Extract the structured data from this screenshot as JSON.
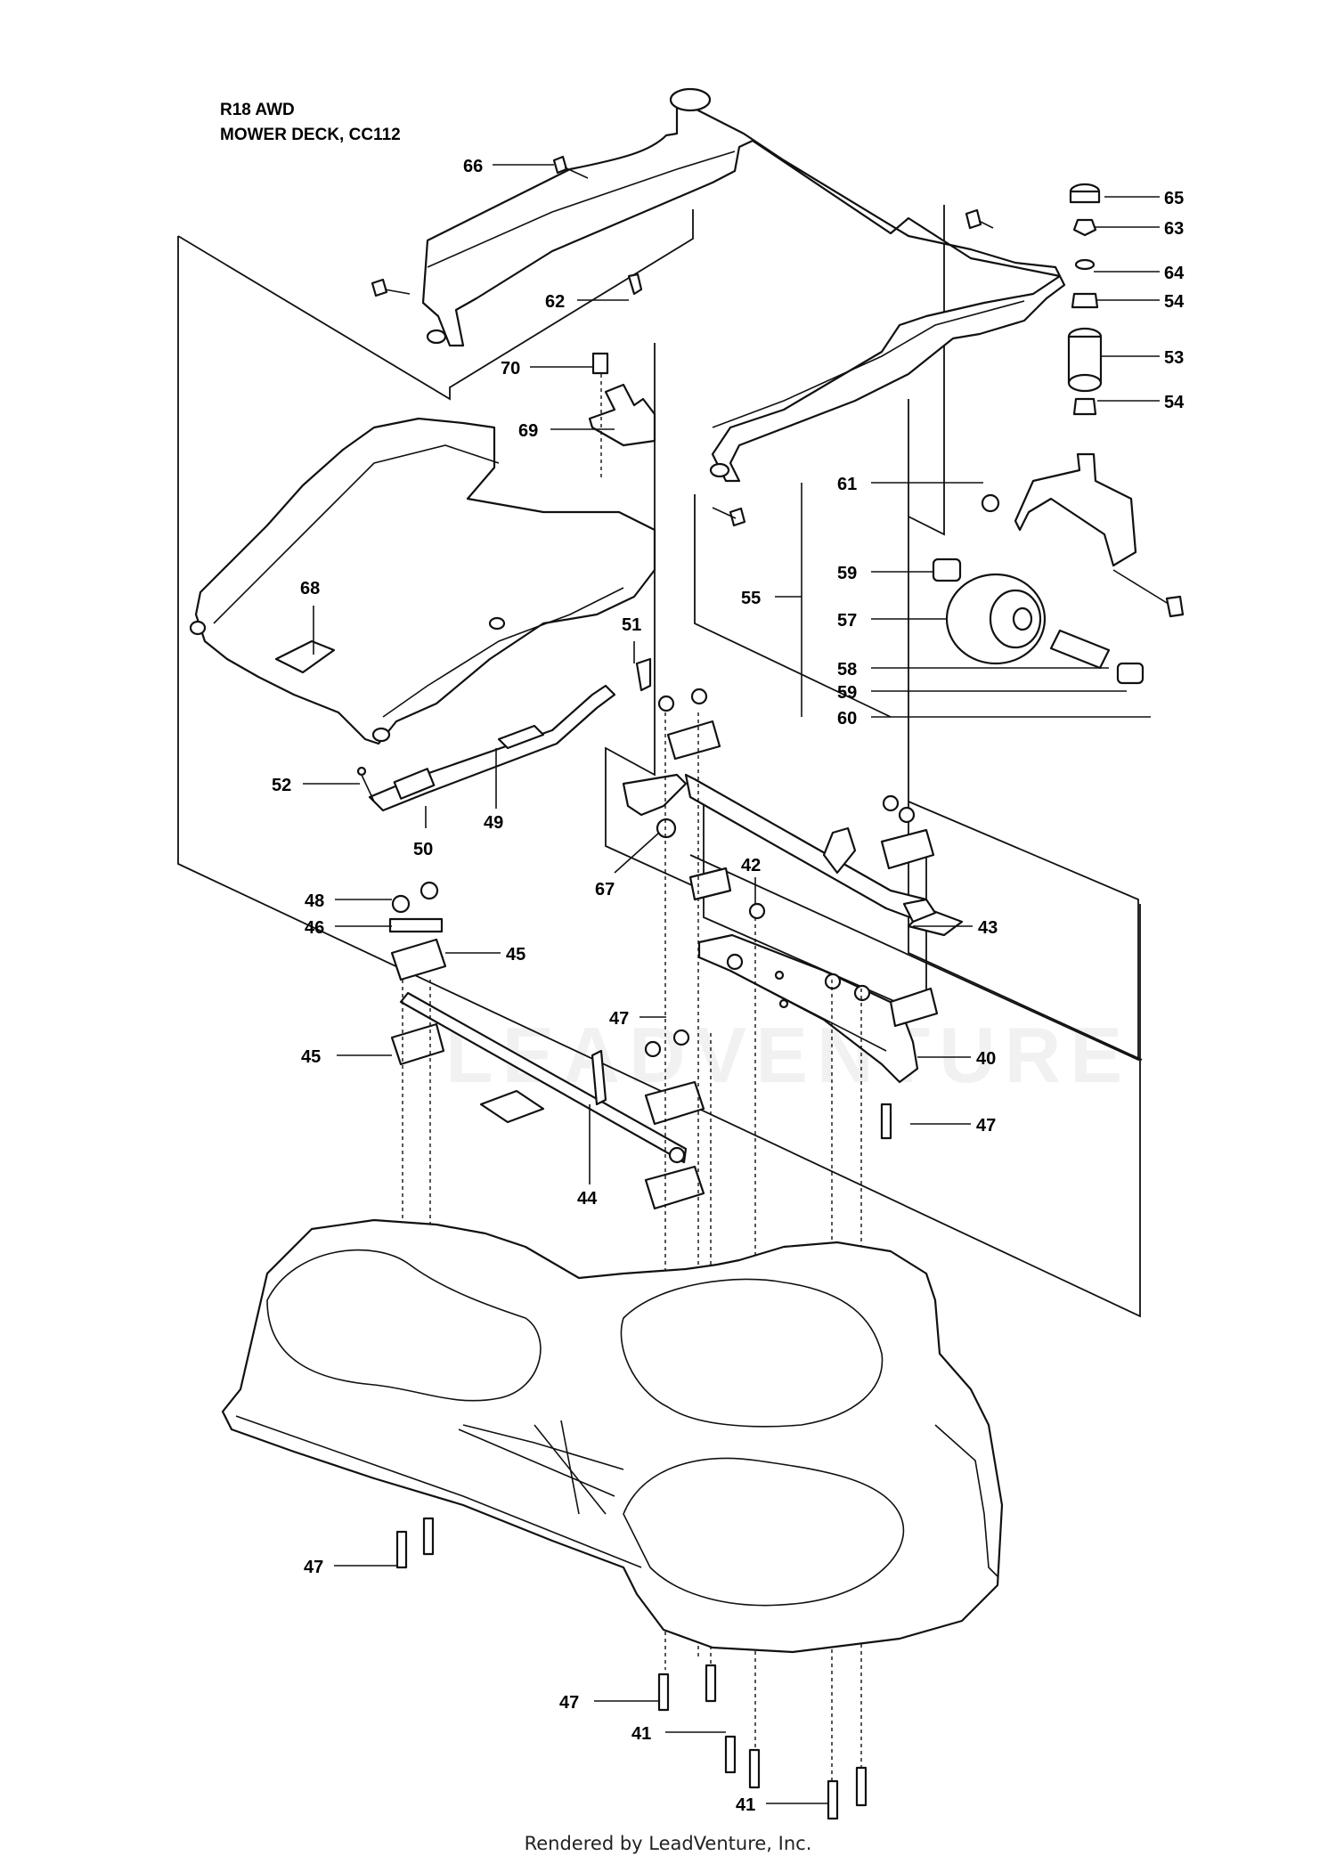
{
  "diagram": {
    "title_line1": "R18 AWD",
    "title_line2": "MOWER DECK, CC112",
    "footer": "Rendered by LeadVenture, Inc.",
    "watermark": "LEADVENTURE",
    "callouts": [
      {
        "label": "66"
      },
      {
        "label": "62"
      },
      {
        "label": "70"
      },
      {
        "label": "69"
      },
      {
        "label": "68"
      },
      {
        "label": "51"
      },
      {
        "label": "52"
      },
      {
        "label": "50"
      },
      {
        "label": "49"
      },
      {
        "label": "65"
      },
      {
        "label": "63"
      },
      {
        "label": "64"
      },
      {
        "label": "54"
      },
      {
        "label": "53"
      },
      {
        "label": "54"
      },
      {
        "label": "61"
      },
      {
        "label": "59"
      },
      {
        "label": "55"
      },
      {
        "label": "57"
      },
      {
        "label": "58"
      },
      {
        "label": "59"
      },
      {
        "label": "60"
      },
      {
        "label": "67"
      },
      {
        "label": "42"
      },
      {
        "label": "43"
      },
      {
        "label": "48"
      },
      {
        "label": "46"
      },
      {
        "label": "45"
      },
      {
        "label": "47"
      },
      {
        "label": "45"
      },
      {
        "label": "40"
      },
      {
        "label": "47"
      },
      {
        "label": "44"
      },
      {
        "label": "47"
      },
      {
        "label": "47"
      },
      {
        "label": "41"
      },
      {
        "label": "41"
      }
    ]
  }
}
